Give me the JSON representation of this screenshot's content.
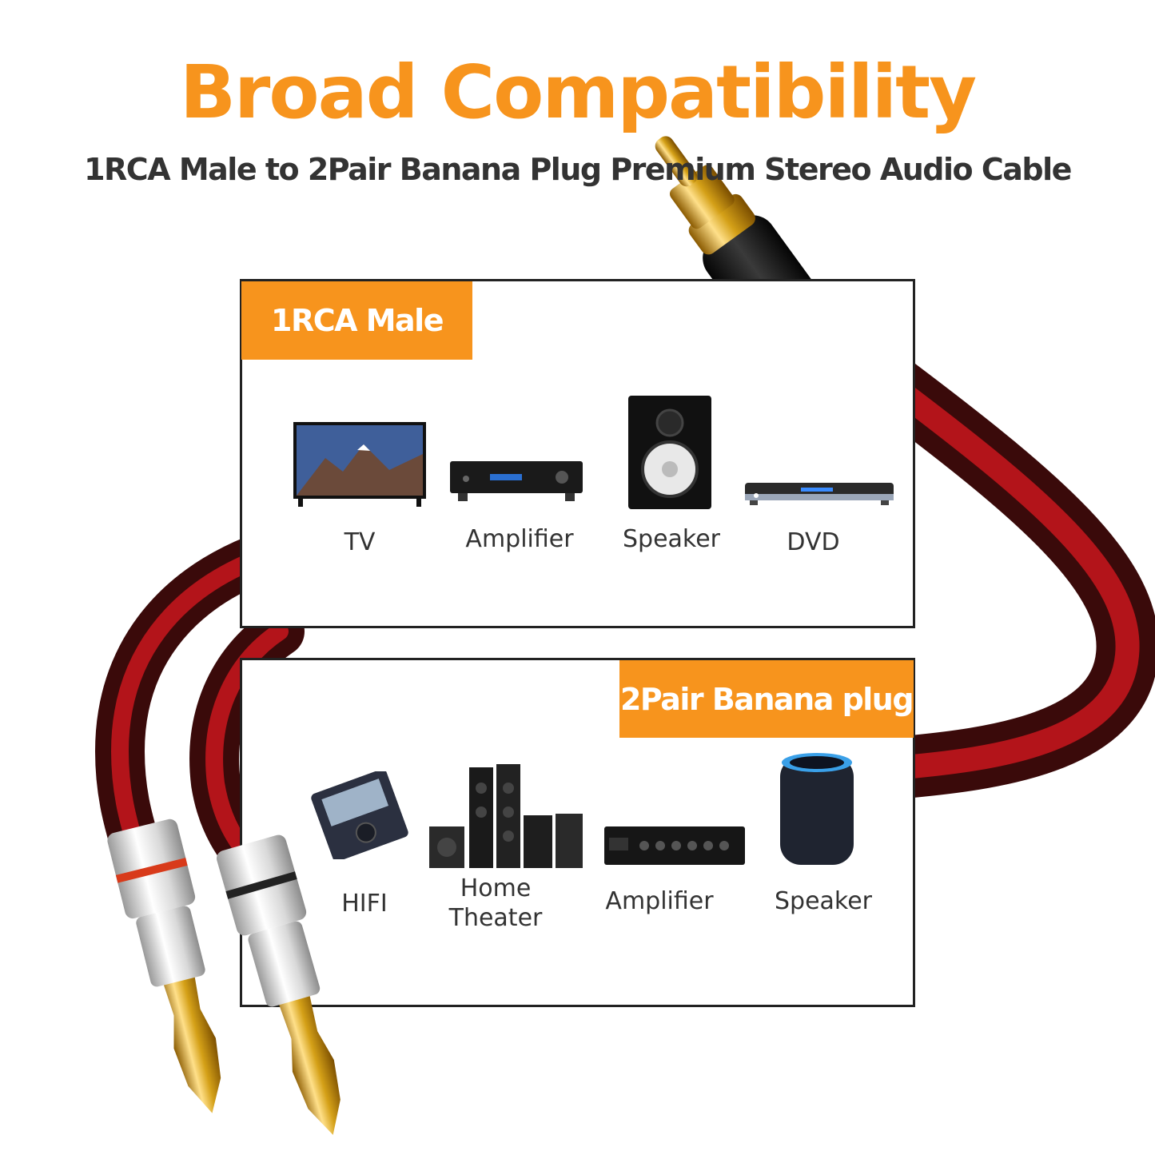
{
  "title": "Broad Compatibility",
  "subtitle": "1RCA Male to 2Pair Banana Plug Premium Stereo Audio Cable",
  "panels": {
    "rca": {
      "label": "1RCA Male",
      "devices": [
        {
          "icon": "tv-icon",
          "label": "TV"
        },
        {
          "icon": "amplifier-icon",
          "label": "Amplifier"
        },
        {
          "icon": "speaker-icon",
          "label": "Speaker"
        },
        {
          "icon": "dvd-player-icon",
          "label": "DVD"
        }
      ]
    },
    "banana": {
      "label": "2Pair Banana plug",
      "devices": [
        {
          "icon": "hifi-player-icon",
          "label": "HIFI"
        },
        {
          "icon": "home-theater-icon",
          "label": "Home Theater"
        },
        {
          "icon": "amplifier-icon",
          "label": "Amplifier"
        },
        {
          "icon": "smart-speaker-icon",
          "label": "Speaker"
        }
      ]
    }
  },
  "colors": {
    "accent": "#f7941d",
    "text": "#333333",
    "cable_red": "#c0171c",
    "cable_dark": "#3a0a0a",
    "gold": "#d4a017"
  }
}
